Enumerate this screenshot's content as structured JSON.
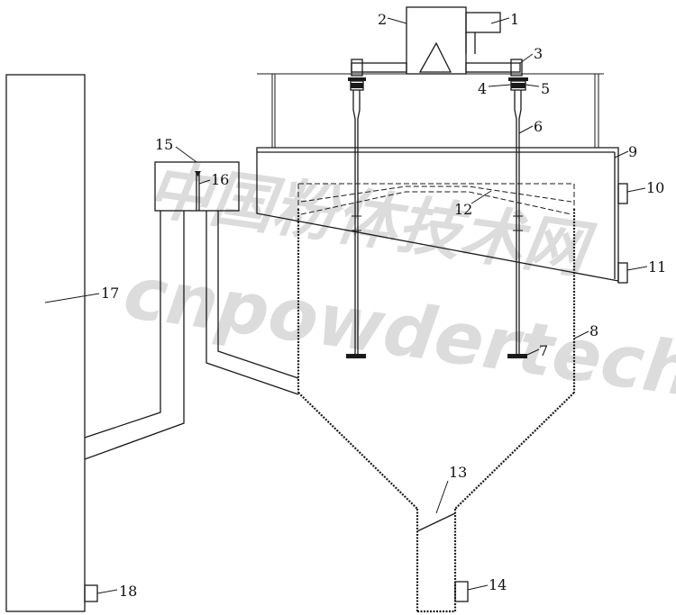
{
  "labels": {
    "l1": "1",
    "l2": "2",
    "l3": "3",
    "l4": "4",
    "l5": "5",
    "l6": "6",
    "l7": "7",
    "l8": "8",
    "l9": "9",
    "l10": "10",
    "l11": "11",
    "l12": "12",
    "l13": "13",
    "l14": "14",
    "l15": "15",
    "l16": "16",
    "l17": "17",
    "l18": "18"
  },
  "watermark": {
    "line1": "中国粉体技术网",
    "line2": "cnpowdertech"
  }
}
